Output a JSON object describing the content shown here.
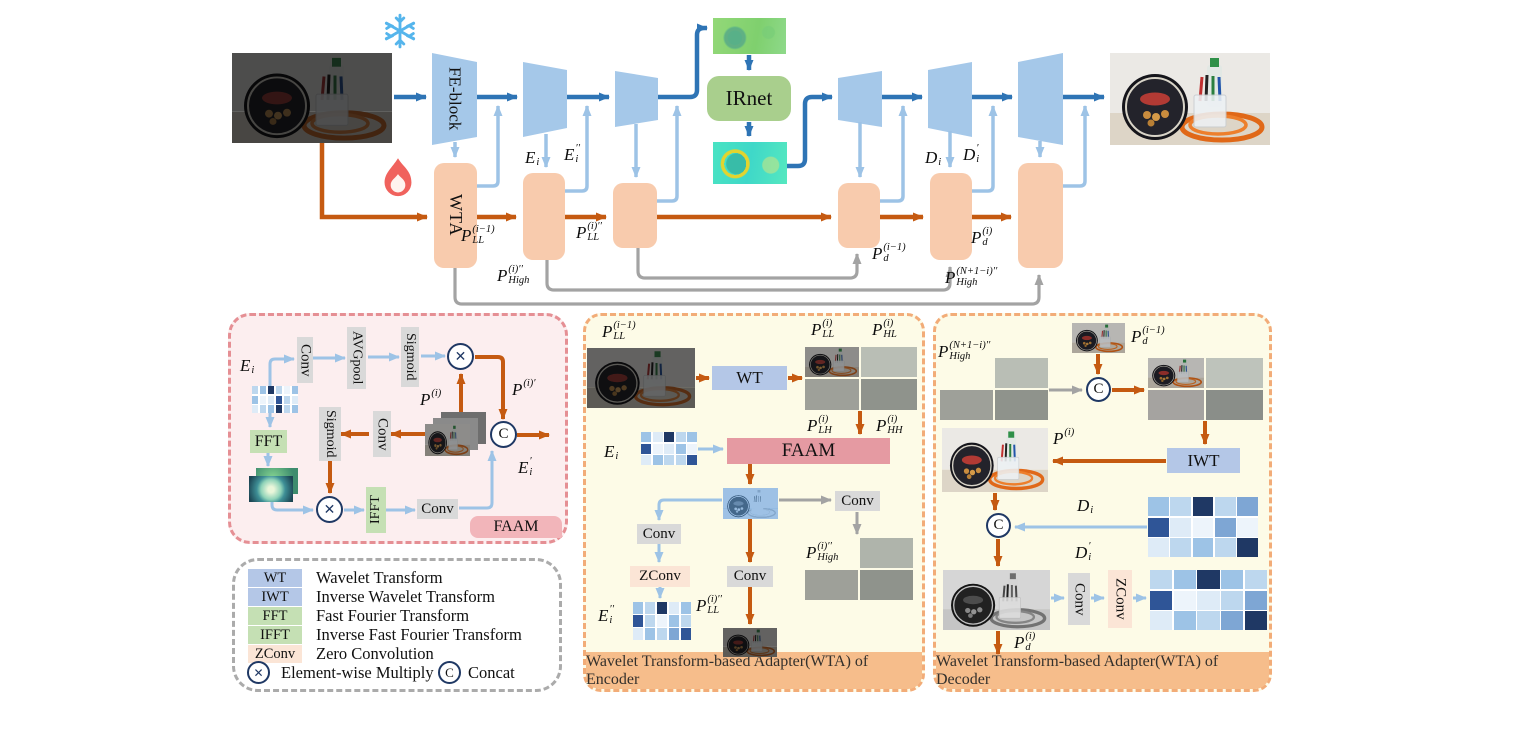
{
  "colors": {
    "dark_blue_arrow": "#2E74B5",
    "light_blue_arrow": "#9DC3E6",
    "trapezoid_fill": "#A5C8E9",
    "orange_arrow": "#C55A11",
    "adapter_box_fill": "#F8CBAD",
    "gray_arrow": "#A3A3A3",
    "irnet_fill": "#A9CF8D",
    "wt_chip_fill": "#B4C7E7",
    "fft_chip_fill": "#C5E0B4",
    "zconv_chip_fill": "#FBE5D6",
    "conv_chip_fill": "#D9D9D9",
    "faam_bar_fill": "#E59AA2",
    "panel_yellow_bg": "#FDFBE7",
    "panel_orange_border": "#F2AC78",
    "banner_fill": "#F6BD8B",
    "pink_panel_bg": "#FCEEEF",
    "pink_panel_border": "#E58F94",
    "legend_border": "#ABABAB",
    "symbol_navy": "#1F3864"
  },
  "blocks": {
    "fe": "FE-block",
    "wta": "WTA",
    "irnet": "IRnet",
    "wt": "WT",
    "iwt": "IWT",
    "fft": "FFT",
    "ifft": "IFFT",
    "zconv": "ZConv",
    "conv": "Conv",
    "avgpool": "AVGpool",
    "sigmoid": "Sigmoid",
    "faam": "FAAM"
  },
  "symbols": {
    "multiply": "✕",
    "concat": "C"
  },
  "math": {
    "E_i": {
      "b": "E",
      "sub": "i",
      "sup": ""
    },
    "E_i_p": {
      "b": "E",
      "sub": "i",
      "sup": "′"
    },
    "E_i_pp": {
      "b": "E",
      "sub": "i",
      "sup": "′′"
    },
    "D_i": {
      "b": "D",
      "sub": "i",
      "sup": ""
    },
    "D_i_p": {
      "b": "D",
      "sub": "i",
      "sup": "′"
    },
    "P_i": {
      "b": "P",
      "sub": "",
      "sup": "(i)"
    },
    "P_i_p": {
      "b": "P",
      "sub": "",
      "sup": "(i)′"
    },
    "P_LL_im1": {
      "b": "P",
      "sub": "LL",
      "sup": "(i−1)"
    },
    "P_LL_i": {
      "b": "P",
      "sub": "LL",
      "sup": "(i)"
    },
    "P_LL_i_pp": {
      "b": "P",
      "sub": "LL",
      "sup": "(i)′′"
    },
    "P_HL_i": {
      "b": "P",
      "sub": "HL",
      "sup": "(i)"
    },
    "P_LH_i": {
      "b": "P",
      "sub": "LH",
      "sup": "(i)"
    },
    "P_HH_i": {
      "b": "P",
      "sub": "HH",
      "sup": "(i)"
    },
    "P_High_i_pp": {
      "b": "P",
      "sub": "High",
      "sup": "(i)′′"
    },
    "P_High_N_pp": {
      "b": "P",
      "sub": "High",
      "sup": "(N+1−i)′′"
    },
    "P_d_im1": {
      "b": "P",
      "sub": "d",
      "sup": "(i−1)"
    },
    "P_d_i": {
      "b": "P",
      "sub": "d",
      "sup": "(i)"
    }
  },
  "panels": {
    "encoder_title": "Wavelet Transform-based Adapter(WTA) of Encoder",
    "decoder_title": "Wavelet Transform-based Adapter(WTA) of Decoder"
  },
  "legend": {
    "rows": [
      {
        "chip": "WT",
        "desc": "Wavelet Transform"
      },
      {
        "chip": "IWT",
        "desc": "Inverse Wavelet Transform"
      },
      {
        "chip": "FFT",
        "desc": "Fast Fourier Transform"
      },
      {
        "chip": "IFFT",
        "desc": "Inverse Fast Fourier Transform"
      },
      {
        "chip": "ZConv",
        "desc": "Zero Convolution"
      }
    ],
    "multiply_desc": "Element-wise Multiply",
    "concat_desc": "Concat"
  },
  "grid_palette": [
    "#DEEBF7",
    "#BDD7EE",
    "#9DC3E6",
    "#7EA6D4",
    "#2F5597",
    "#1F3864",
    "#EDF4FB",
    "#5B7FAE"
  ],
  "grids": {
    "faam_ei": [
      [
        1,
        2,
        5,
        1,
        6,
        2
      ],
      [
        2,
        6,
        0,
        4,
        1,
        0
      ],
      [
        0,
        1,
        2,
        5,
        1,
        2
      ]
    ],
    "enc_ei": [
      [
        2,
        0,
        5,
        1,
        2
      ],
      [
        4,
        6,
        0,
        2,
        6
      ],
      [
        0,
        2,
        1,
        1,
        4
      ]
    ],
    "enc_eipp": [
      [
        2,
        1,
        5,
        0,
        2
      ],
      [
        4,
        1,
        6,
        2,
        1
      ],
      [
        0,
        2,
        1,
        3,
        4
      ]
    ],
    "dec_di": [
      [
        2,
        1,
        5,
        1,
        3
      ],
      [
        4,
        0,
        6,
        3,
        6
      ],
      [
        0,
        1,
        2,
        1,
        5
      ]
    ],
    "dec_out": [
      [
        1,
        2,
        5,
        2,
        1
      ],
      [
        4,
        6,
        0,
        1,
        3
      ],
      [
        0,
        2,
        1,
        3,
        5
      ]
    ]
  }
}
